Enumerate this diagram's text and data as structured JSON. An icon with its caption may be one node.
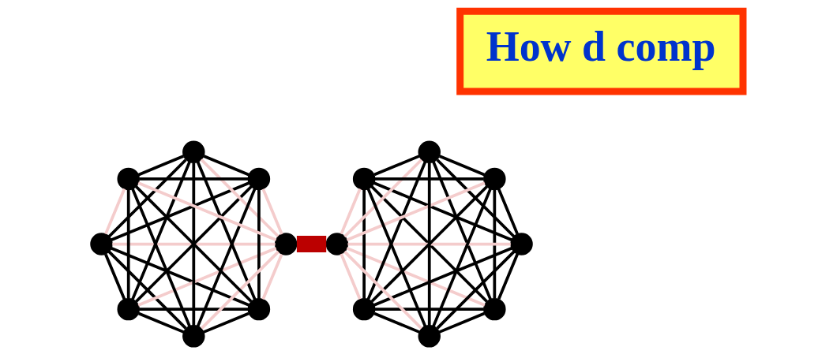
{
  "diagram": {
    "nodes": [
      {
        "text": [],
        "shape": "circle"
      },
      {
        "text": [],
        "shape": "circle"
      },
      {
        "text": [],
        "shape": "circle"
      },
      {
        "text": [],
        "shape": "circle"
      },
      {
        "text": [],
        "shape": "circle"
      },
      {
        "text": [],
        "shape": "circle"
      },
      {
        "text": [],
        "shape": "circle"
      },
      {
        "text": [],
        "shape": "circle"
      },
      {
        "text": [],
        "shape": "circle"
      },
      {
        "text": [],
        "shape": "circle"
      },
      {
        "text": [],
        "shape": "circle"
      },
      {
        "text": [],
        "shape": "circle"
      },
      {
        "text": [],
        "shape": "circle"
      },
      {
        "text": [],
        "shape": "circle"
      },
      {
        "text": [],
        "shape": "circle"
      },
      {
        "text": [],
        "shape": "circle"
      },
      {
        "text": [
          "How d comp"
        ]
      }
    ],
    "edges": [
      {
        "from": 0,
        "to": 1,
        "arrow": "none"
      },
      {
        "from": 0,
        "to": 2,
        "arrow": "none"
      },
      {
        "from": 0,
        "to": 3,
        "arrow": "none"
      },
      {
        "from": 0,
        "to": 4,
        "arrow": "none",
        "color": "#f4cccc"
      },
      {
        "from": 0,
        "to": 5,
        "arrow": "none"
      },
      {
        "from": 0,
        "to": 6,
        "arrow": "none"
      },
      {
        "from": 0,
        "to": 7,
        "arrow": "none",
        "color": "#f4cccc"
      },
      {
        "from": 1,
        "to": 2,
        "arrow": "none"
      },
      {
        "from": 1,
        "to": 3,
        "arrow": "none"
      },
      {
        "from": 1,
        "to": 4,
        "arrow": "none",
        "color": "#f4cccc"
      },
      {
        "from": 1,
        "to": 5,
        "arrow": "none"
      },
      {
        "from": 1,
        "to": 6,
        "arrow": "none"
      },
      {
        "from": 1,
        "to": 7,
        "arrow": "none"
      },
      {
        "from": 2,
        "to": 3,
        "arrow": "none"
      },
      {
        "from": 2,
        "to": 4,
        "arrow": "none",
        "color": "#f4cccc"
      },
      {
        "from": 2,
        "to": 5,
        "arrow": "none"
      },
      {
        "from": 2,
        "to": 6,
        "arrow": "none"
      },
      {
        "from": 2,
        "to": 7,
        "arrow": "none"
      },
      {
        "from": 3,
        "to": 4,
        "arrow": "none",
        "color": "#f4cccc"
      },
      {
        "from": 3,
        "to": 5,
        "arrow": "none"
      },
      {
        "from": 3,
        "to": 6,
        "arrow": "none"
      },
      {
        "from": 3,
        "to": 7,
        "arrow": "none"
      },
      {
        "from": 4,
        "to": 5,
        "arrow": "none",
        "color": "#f4cccc"
      },
      {
        "from": 4,
        "to": 6,
        "arrow": "none",
        "color": "#f4cccc"
      },
      {
        "from": 4,
        "to": 7,
        "arrow": "none",
        "color": "#f4cccc"
      },
      {
        "from": 5,
        "to": 6,
        "arrow": "none"
      },
      {
        "from": 5,
        "to": 7,
        "arrow": "none"
      },
      {
        "from": 6,
        "to": 7,
        "arrow": "none"
      },
      {
        "from": 4,
        "to": 11,
        "arrow": "none",
        "style": "thick",
        "color": "#bb0000"
      },
      {
        "from": 8,
        "to": 9,
        "arrow": "none"
      },
      {
        "from": 8,
        "to": 10,
        "arrow": "none"
      },
      {
        "from": 8,
        "to": 11,
        "arrow": "none",
        "color": "#f4cccc"
      },
      {
        "from": 8,
        "to": 12,
        "arrow": "none"
      },
      {
        "from": 8,
        "to": 13,
        "arrow": "none"
      },
      {
        "from": 8,
        "to": 14,
        "arrow": "none"
      },
      {
        "from": 8,
        "to": 15,
        "arrow": "none"
      },
      {
        "from": 9,
        "to": 10,
        "arrow": "none"
      },
      {
        "from": 9,
        "to": 11,
        "arrow": "none",
        "color": "#f4cccc"
      },
      {
        "from": 9,
        "to": 12,
        "arrow": "none"
      },
      {
        "from": 9,
        "to": 13,
        "arrow": "none"
      },
      {
        "from": 9,
        "to": 14,
        "arrow": "none"
      },
      {
        "from": 9,
        "to": 15,
        "arrow": "none"
      },
      {
        "from": 10,
        "to": 11,
        "arrow": "none",
        "color": "#f4cccc"
      },
      {
        "from": 10,
        "to": 12,
        "arrow": "none"
      },
      {
        "from": 10,
        "to": 13,
        "arrow": "none"
      },
      {
        "from": 10,
        "to": 14,
        "arrow": "none"
      },
      {
        "from": 10,
        "to": 15,
        "arrow": "none"
      },
      {
        "from": 11,
        "to": 12,
        "arrow": "none",
        "color": "#f4cccc"
      },
      {
        "from": 11,
        "to": 13,
        "arrow": "none",
        "color": "#f4cccc"
      },
      {
        "from": 11,
        "to": 14,
        "arrow": "none",
        "color": "#f4cccc"
      },
      {
        "from": 11,
        "to": 15,
        "arrow": "none",
        "color": "#f4cccc"
      },
      {
        "from": 12,
        "to": 13,
        "arrow": "none"
      },
      {
        "from": 12,
        "to": 14,
        "arrow": "none"
      },
      {
        "from": 12,
        "to": 15,
        "arrow": "none"
      },
      {
        "from": 13,
        "to": 14,
        "arrow": "none"
      },
      {
        "from": 13,
        "to": 15,
        "arrow": "none"
      },
      {
        "from": 14,
        "to": 15,
        "arrow": "none"
      }
    ]
  }
}
